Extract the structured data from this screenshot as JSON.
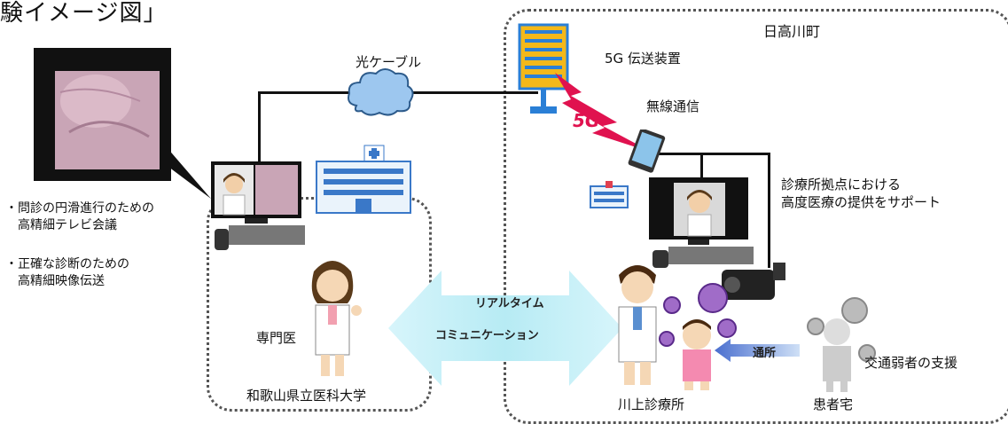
{
  "title": "験イメージ図」",
  "labels": {
    "town": "日高川町",
    "fiber": "光ケーブル",
    "device_5g": "5G 伝送装置",
    "wireless": "無線通信",
    "five_g": "5G",
    "support": "診療所拠点における\n高度医療の提供をサポート",
    "bullet1": "・問診の円滑進行のための\n　高精細テレビ会議",
    "bullet2": "・正確な診断のための\n　高精細映像伝送",
    "specialist": "専門医",
    "university": "和歌山県立医科大学",
    "realtime1": "リアルタイム",
    "realtime2": "コミュニケーション",
    "clinic": "川上診療所",
    "visit": "通所",
    "patient_home": "患者宅",
    "support_weak": "交通弱者の支援"
  },
  "colors": {
    "cloud": "#9dc7ef",
    "antenna": "#2a7fd6",
    "lightning": "#e0124f",
    "big_arrow": "#bfeef6",
    "small_arrow": "#4a6fcf"
  }
}
